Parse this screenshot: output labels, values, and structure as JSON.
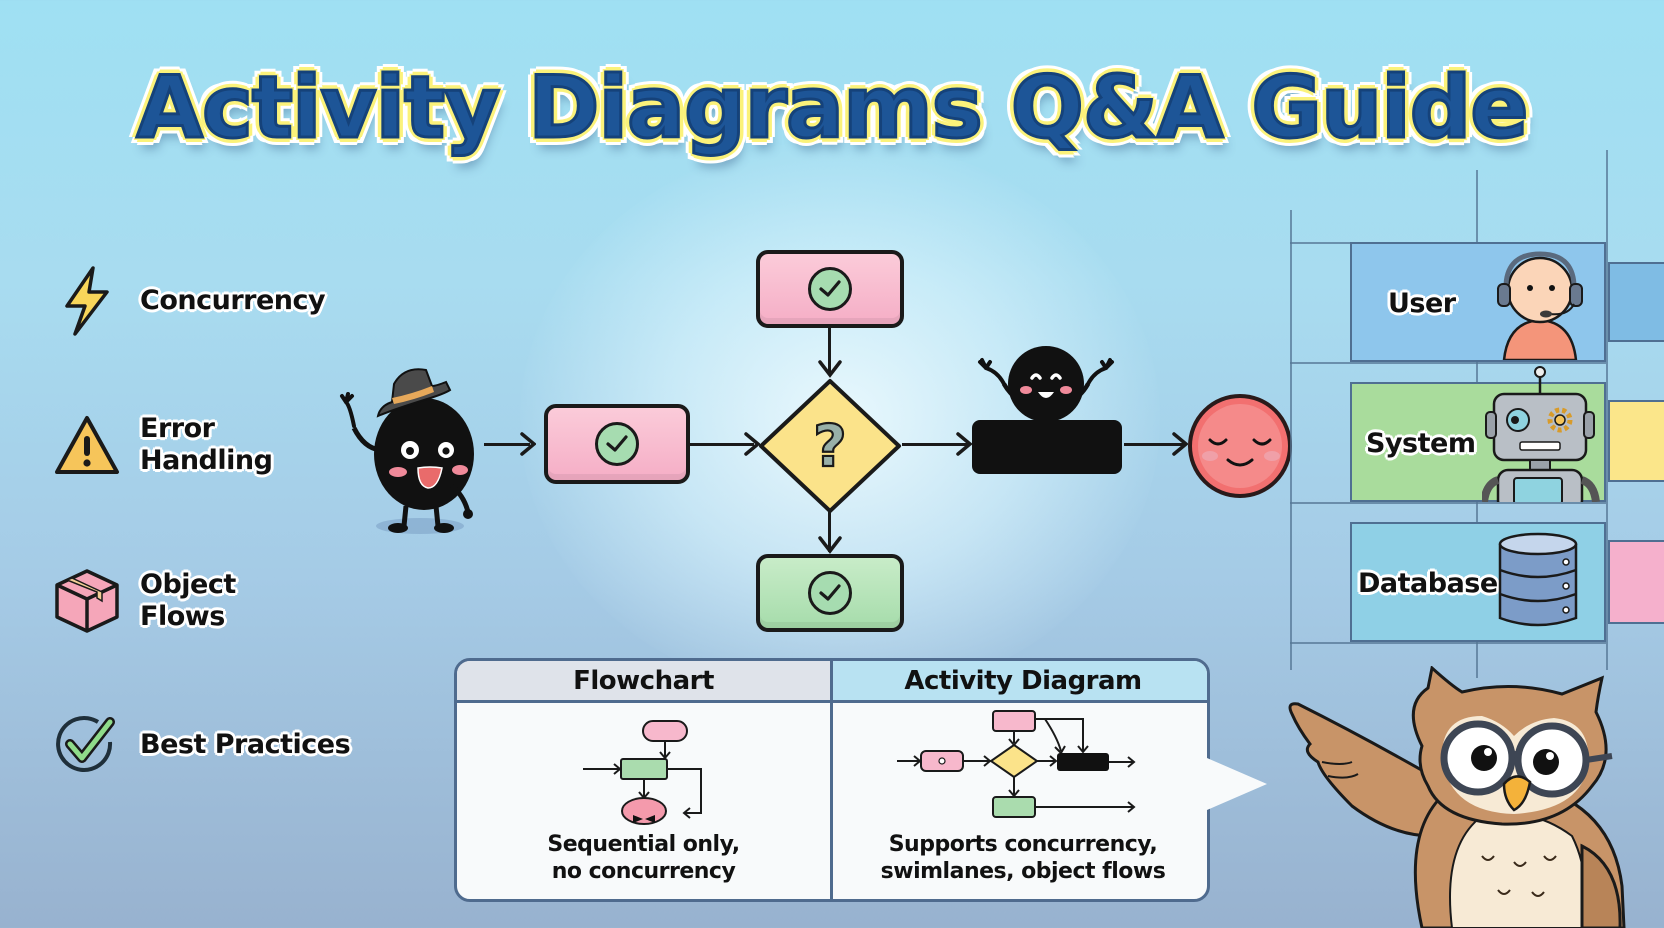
{
  "title": "Activity Diagrams Q&A Guide",
  "colors": {
    "title_fill": "#1d5597",
    "title_outline": "#fbf27a",
    "pink_action": "#f7b8cc",
    "green_action": "#aadcae",
    "decision": "#fbe38a",
    "final_node": "#f07070",
    "lane_user": "#8ec6ec",
    "lane_system": "#a9dc9c",
    "lane_database": "#8fd0e6"
  },
  "topics": [
    {
      "icon": "lightning-bolt-icon",
      "label": "Concurrency"
    },
    {
      "icon": "warning-triangle-icon",
      "label": "Error\nHandling"
    },
    {
      "icon": "package-box-icon",
      "label": "Object\nFlows"
    },
    {
      "icon": "checkmark-circle-icon",
      "label": "Best Practices"
    }
  ],
  "flow": {
    "initial_node": "start-character-with-hat",
    "action_1": "check",
    "decision": "?",
    "action_top": "check",
    "action_bottom": "check",
    "fork_join_bar": "concurrency-bar-character",
    "final_node": "end-smiley"
  },
  "swimlanes": [
    {
      "label": "User",
      "icon": "user-headset-icon"
    },
    {
      "label": "System",
      "icon": "robot-icon"
    },
    {
      "label": "Database",
      "icon": "database-icon"
    }
  ],
  "comparison": {
    "columns": [
      {
        "header": "Flowchart",
        "caption": "Sequential only,\nno concurrency"
      },
      {
        "header": "Activity Diagram",
        "caption": "Supports concurrency,\nswimlanes, object flows"
      }
    ]
  },
  "mascot": "owl-with-glasses-pointing"
}
